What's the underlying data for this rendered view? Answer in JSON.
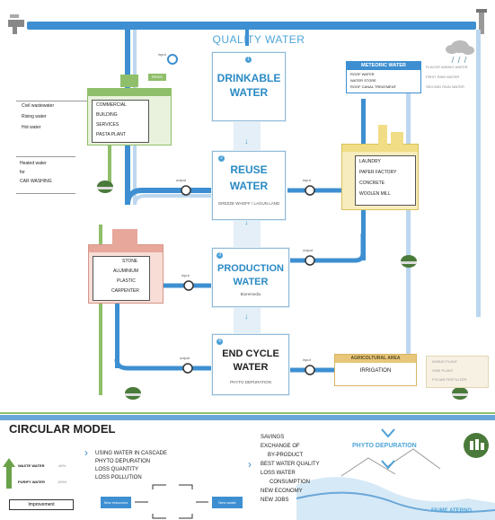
{
  "title": "QUALITY WATER",
  "stages": {
    "drinkable": {
      "number": "1",
      "line1": "DRINKABLE",
      "line2": "WATER"
    },
    "reuse": {
      "number": "2",
      "line1": "REUSE",
      "line2": "WATER",
      "sub": "GREZZE WHOFF / LAGUN LAND"
    },
    "production": {
      "number": "3",
      "line1": "PRODUCTION",
      "line2": "WATER",
      "sub": "Bioremedio"
    },
    "endcycle": {
      "number": "4",
      "line1": "END CYCLE",
      "line2": "WATER",
      "sub": "PHYTO DEPURATION"
    }
  },
  "labels": {
    "input": "input",
    "output": "output",
    "build_tag": "RESID"
  },
  "left_sources": [
    "Civil wastewater",
    "Rising water",
    "Hot water"
  ],
  "commercial": [
    "COMMERCIAL",
    "BUILDING",
    "SERVICES",
    "PASTA PLANT"
  ],
  "heated": [
    "Heated water",
    "for",
    "CAR WASHING"
  ],
  "meteoric": {
    "title": "METEORIC WATER",
    "rows": [
      "ROOF WATER",
      "WATER STORE",
      "ROOF CANAL TREATMENT"
    ],
    "side": [
      "PLACER MINING WATER",
      "FIRST RAIN WATER",
      "SECOND RAIN WATER"
    ]
  },
  "factories_right": [
    "LAUNDRY",
    "PAPER FACTORY",
    "CONCRETE",
    "WOOLEN MILL"
  ],
  "factories_left": [
    "STONE",
    "ALUMINIUM",
    "PLASTIC",
    "CARPENTER"
  ],
  "agri": {
    "title": "AGRICOLTURAL AREA",
    "label": "IRRIGATION",
    "side": [
      "WHEAT PLANT",
      "VINE PLANT",
      "FOLIAR FERTILIZER"
    ]
  },
  "circular": {
    "title": "CIRCULAR MODEL",
    "bullets": [
      "USING WATER IN CASCADE",
      "PHYTO DEPURATION",
      "LOSS QUANTITY",
      "LOSS POLLUTION"
    ],
    "legend": [
      {
        "label": "WASTE WATER",
        "value": "-40%"
      },
      {
        "label": "PURIFY WATER",
        "value": "100%"
      }
    ],
    "improvement": "Improvement",
    "flow": [
      "New resources",
      "New waste"
    ],
    "benefits": [
      "SAVINGS",
      "EXCHANGE OF",
      "BY-PRODUCT",
      "BEST WATER QUALITY",
      "LOSS WATER",
      "CONSUMPTION",
      "NEW ECONOMY",
      "NEW JOBS"
    ],
    "phyto": "PHYTO DEPURATION",
    "river": "FIUME ATERNO"
  },
  "colors": {
    "pipe": "#3d8fd1",
    "pipe_light": "#bcd7ef",
    "green": "#8fbf6a",
    "yellow": "#f1dd86",
    "salmon": "#e7a79b",
    "dark": "#2c2c2c"
  }
}
